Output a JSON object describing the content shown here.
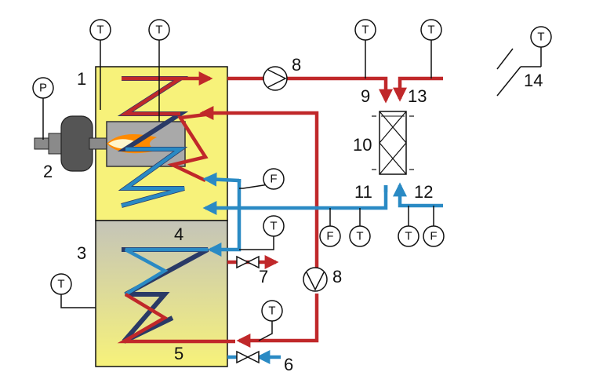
{
  "labels": {
    "n1": "1",
    "n2": "2",
    "n3": "3",
    "n4": "4",
    "n5": "5",
    "n6": "6",
    "n7": "7",
    "n8a": "8",
    "n8b": "8",
    "n9": "9",
    "n10": "10",
    "n11": "11",
    "n12": "12",
    "n13": "13",
    "n14": "14"
  },
  "sensors": {
    "t": "T",
    "p": "P",
    "f": "F"
  },
  "colors": {
    "hot_line": "#c0282a",
    "cold_line": "#2a8ac4",
    "boiler_fill": "#f7f27a",
    "tank_fill_top": "#c2c2b6",
    "tank_fill_bottom": "#f7f27a",
    "flame_outer": "#ff8a00",
    "flame_inner": "#fff6cc"
  }
}
